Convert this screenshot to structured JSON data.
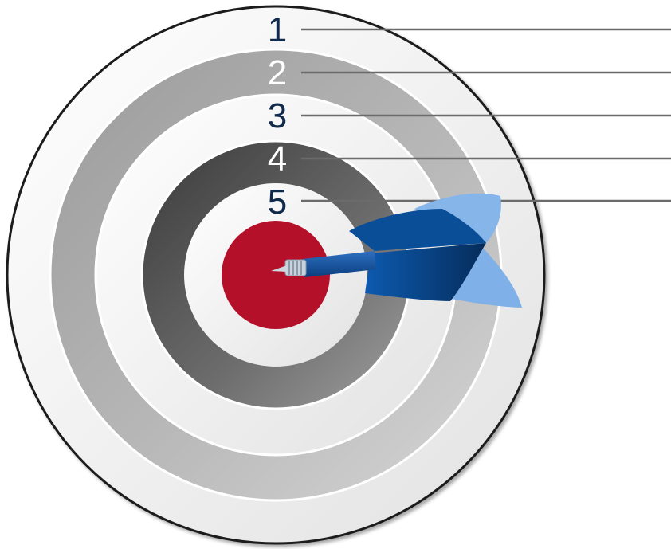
{
  "labels": [
    {
      "text": "1",
      "color": "#0f2a4a"
    },
    {
      "text": "2",
      "color": "#ffffff"
    },
    {
      "text": "3",
      "color": "#0f2a4a"
    },
    {
      "text": "4",
      "color": "#ffffff"
    },
    {
      "text": "5",
      "color": "#0f2a4a"
    }
  ],
  "colors": {
    "outer_rim": "#1a1a1a",
    "light_ring": "#f2f2f2",
    "mid_gray_ring": "#a8a8a8",
    "dark_gray_ring": "#555555",
    "bullseye": "#b5102a",
    "leader_line": "#6b6b6b",
    "dart_dark_blue": "#0a4a8f",
    "dart_light_blue": "#7fb0e8"
  },
  "icons": {
    "target": "dartboard-target-icon",
    "dart": "dart-icon"
  }
}
